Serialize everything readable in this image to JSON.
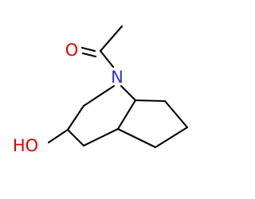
{
  "molecule": {
    "atoms": [
      {
        "id": "O_carbonyl",
        "label": "O",
        "color": "#e00000"
      },
      {
        "id": "N_bridge",
        "label": "N",
        "color": "#2f2fd8"
      },
      {
        "id": "OH_group",
        "label": "HO",
        "color": "#e00000"
      }
    ],
    "bond_color": "#000000"
  }
}
